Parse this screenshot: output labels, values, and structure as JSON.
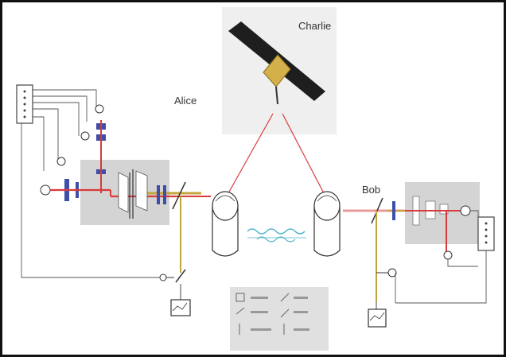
{
  "labels": {
    "charlie": "Charlie",
    "alice": "Alice",
    "bob": "Bob"
  },
  "colors": {
    "red_beam": "#d83b3b",
    "blue_optics": "#3d4fa8",
    "box_gray": "#d4d4d4",
    "satellite_panel": "#1e1e1e",
    "satellite_body": "#d4b04a",
    "wave": "#4fb3c9",
    "frame": "#111111"
  },
  "icons": {
    "satellite": "satellite-icon",
    "telescope": "telescope-icon",
    "detector": "detector-icon",
    "fiber_wave": "fiber-link-icon",
    "terminal": "terminal-icon"
  }
}
